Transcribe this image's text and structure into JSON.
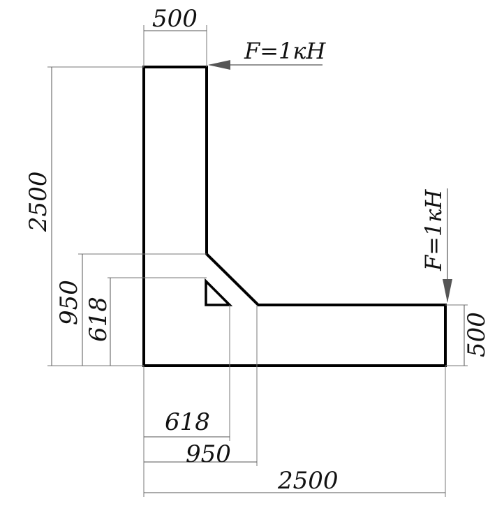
{
  "forces": {
    "top": "F=1кН",
    "right": "F=1кН"
  },
  "dimensions": {
    "top_width": "500",
    "left_height": "2500",
    "left_950": "950",
    "left_618": "618",
    "right_500": "500",
    "bottom_618": "618",
    "bottom_950": "950",
    "bottom_2500": "2500"
  }
}
